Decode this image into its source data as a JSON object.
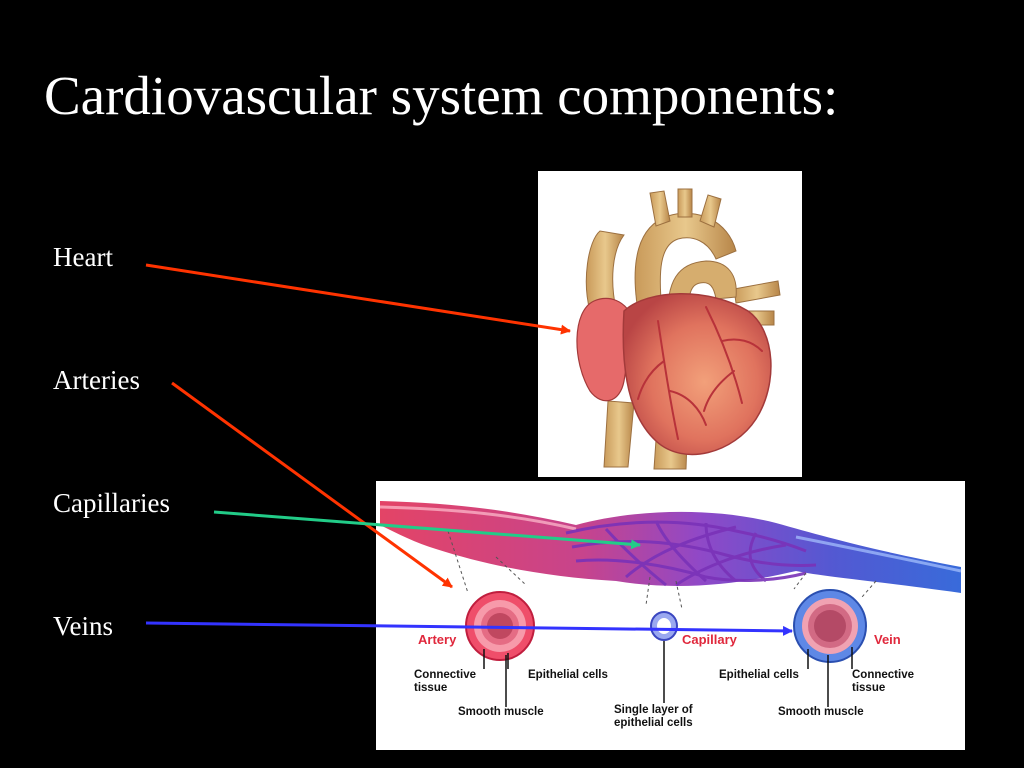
{
  "slide": {
    "title": "Cardiovascular system components:"
  },
  "terms": [
    "Heart",
    "Arteries",
    "Capillaries",
    "Veins"
  ],
  "vessels": {
    "artery": {
      "name": "Artery",
      "layers": [
        "Connective tissue",
        "Epithelial cells",
        "Smooth muscle"
      ]
    },
    "capillary": {
      "name": "Capillary",
      "layers": [
        "Single layer of epithelial cells"
      ]
    },
    "vein": {
      "name": "Vein",
      "layers": [
        "Epithelial cells",
        "Connective tissue",
        "Smooth muscle"
      ]
    }
  },
  "colors": {
    "heart_arrow": "#ff3300",
    "arteries_arrow": "#ff3300",
    "capillaries_arrow": "#22cc88",
    "veins_arrow": "#3333ff",
    "artery_vessel": "#e23a5e",
    "capillary_vessel": "#8a3fc4",
    "vein_vessel": "#2e63d8"
  }
}
